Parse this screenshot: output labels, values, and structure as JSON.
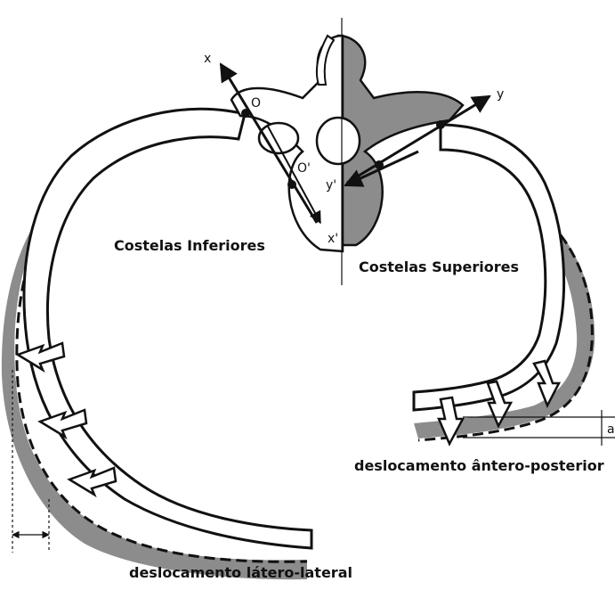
{
  "diagram": {
    "labels": {
      "lower_ribs": "Costelas Inferiores",
      "upper_ribs": "Costelas Superiores",
      "lateral_displacement": "deslocamento látero-lateral",
      "ap_displacement": "deslocamento ântero-posterior"
    },
    "axes": {
      "x": "x",
      "x_prime": "x'",
      "y": "y",
      "y_prime": "y'",
      "origin": "O",
      "origin_prime": "O'",
      "dim_a": "a"
    },
    "colors": {
      "outline": "#111111",
      "shaded": "#8c8c8c",
      "light_shade": "#bdbdbd",
      "background": "#ffffff"
    }
  }
}
